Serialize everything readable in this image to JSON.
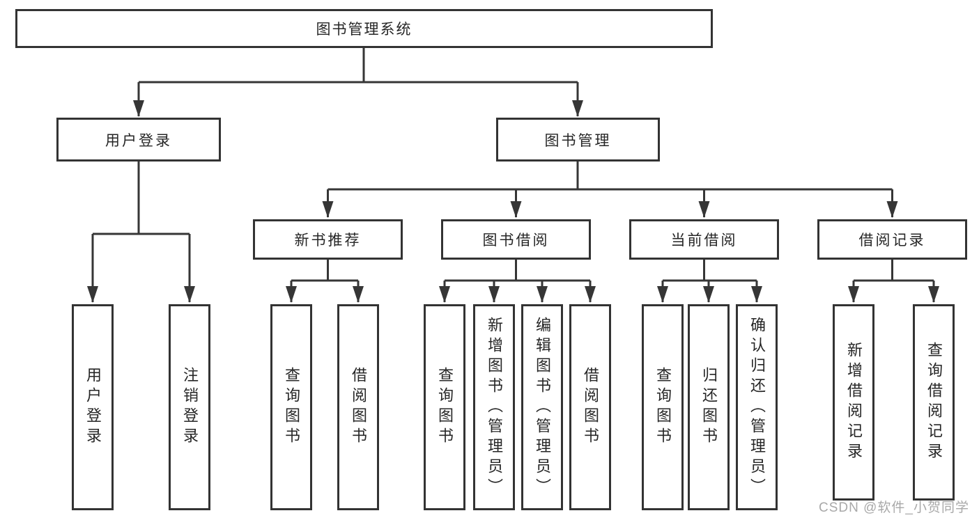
{
  "diagram": {
    "root": {
      "label": "图书管理系统"
    },
    "branches": [
      {
        "label": "用户登录",
        "children": [
          {
            "label": "用户登录"
          },
          {
            "label": "注销登录"
          }
        ]
      },
      {
        "label": "图书管理",
        "children": [
          {
            "label": "新书推荐",
            "children": [
              {
                "label": "查询图书"
              },
              {
                "label": "借阅图书"
              }
            ]
          },
          {
            "label": "图书借阅",
            "children": [
              {
                "label": "查询图书"
              },
              {
                "label": "新增图书（管理员）"
              },
              {
                "label": "编辑图书（管理员）"
              },
              {
                "label": "借阅图书"
              }
            ]
          },
          {
            "label": "当前借阅",
            "children": [
              {
                "label": "查询图书"
              },
              {
                "label": "归还图书"
              },
              {
                "label": "确认归还（管理员）"
              }
            ]
          },
          {
            "label": "借阅记录",
            "children": [
              {
                "label": "新增借阅记录"
              },
              {
                "label": "查询借阅记录"
              }
            ]
          }
        ]
      }
    ]
  },
  "colors": {
    "line": "#363636",
    "border": "#333333",
    "text": "#262626",
    "watermark": "#9a9a9a"
  },
  "watermark": {
    "text": "CSDN @软件_小贺同学"
  }
}
